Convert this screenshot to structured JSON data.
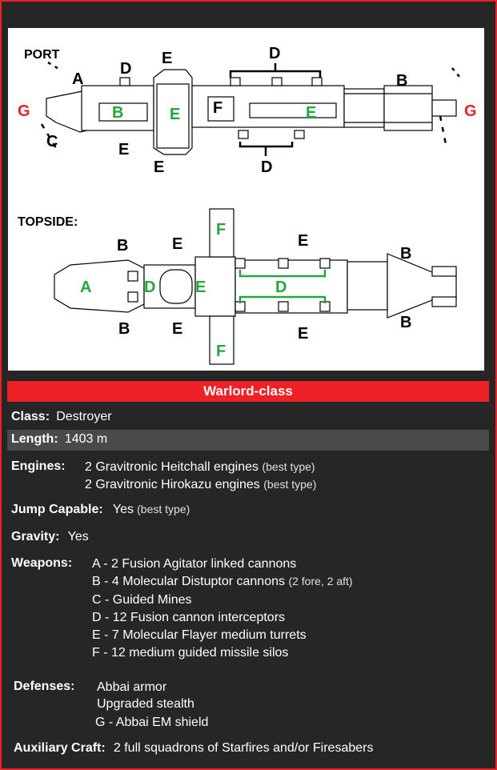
{
  "diagram": {
    "port_label": "PORT",
    "topside_label": "TOPSIDE:",
    "letters": {
      "A": "A",
      "B": "B",
      "C": "C",
      "D": "D",
      "E": "E",
      "F": "F",
      "G": "G"
    }
  },
  "title": "Warlord-class",
  "class": {
    "label": "Class:",
    "value": "Destroyer"
  },
  "length": {
    "label": "Length:",
    "value": "1403 m"
  },
  "engines": {
    "label": "Engines:",
    "lines": [
      {
        "text": "2 Gravitronic Heitchall engines",
        "note": "(best type)"
      },
      {
        "text": "2 Gravitronic Hirokazu engines",
        "note": "(best type)"
      }
    ]
  },
  "jump": {
    "label": "Jump Capable:",
    "value": "Yes",
    "note": "(best type)"
  },
  "gravity": {
    "label": "Gravity:",
    "value": "Yes"
  },
  "weapons": {
    "label": "Weapons:",
    "items": [
      {
        "text": "A - 2 Fusion Agitator linked cannons",
        "note": ""
      },
      {
        "text": "B - 4 Molecular Distuptor cannons",
        "note": "(2 fore, 2 aft)"
      },
      {
        "text": "C - Guided Mines",
        "note": ""
      },
      {
        "text": "D - 12 Fusion cannon interceptors",
        "note": ""
      },
      {
        "text": "E - 7 Molecular Flayer medium turrets",
        "note": ""
      },
      {
        "text": "F - 12 medium guided missile silos",
        "note": ""
      }
    ]
  },
  "defenses": {
    "label": "Defenses:",
    "items": [
      "Abbai armor",
      "Upgraded stealth",
      "G - Abbai EM shield"
    ]
  },
  "auxiliary": {
    "label": "Auxiliary Craft:",
    "value": "2 full squadrons of Starfires and/or Firesabers"
  },
  "colors": {
    "accent": "#ef2026",
    "panel": "#262626",
    "stripe": "#4a4a4a",
    "green": "#22a83a"
  }
}
